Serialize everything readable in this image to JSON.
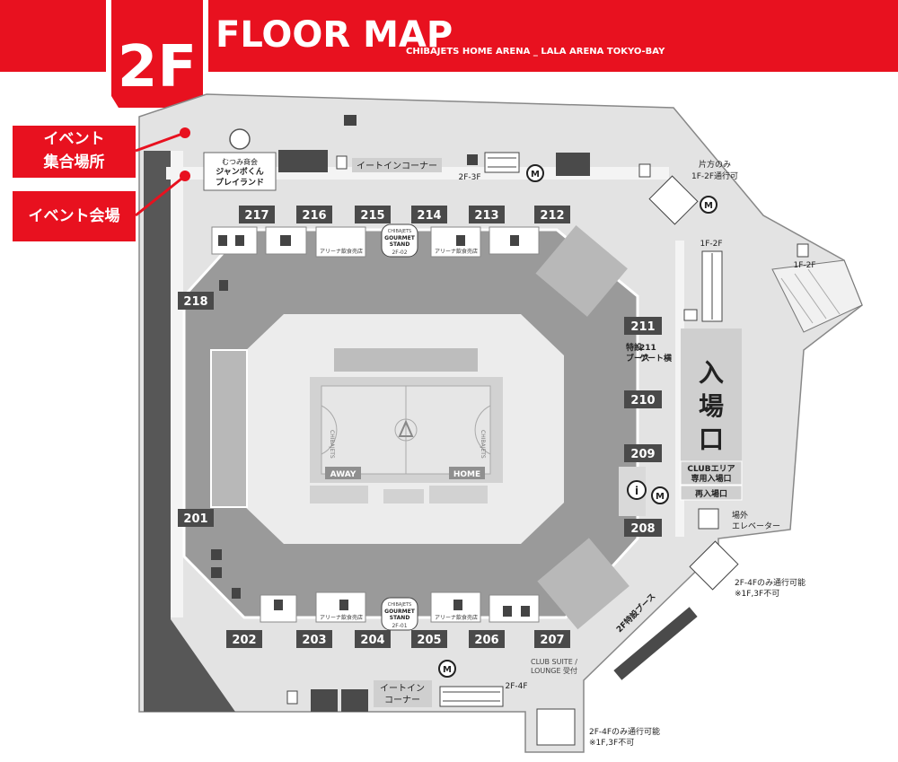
{
  "header": {
    "floor_label": "2F",
    "title": "FLOOR MAP",
    "subtitle": "CHIBAJETS HOME ARENA _ LALA ARENA TOKYO-BAY"
  },
  "callouts": [
    {
      "lines": [
        "イベント",
        "集合場所"
      ]
    },
    {
      "lines": [
        "イベント会場"
      ]
    }
  ],
  "gates": {
    "top": [
      "217",
      "216",
      "215",
      "214",
      "213",
      "212"
    ],
    "bottom": [
      "202",
      "203",
      "204",
      "205",
      "206",
      "207"
    ],
    "left_upper": "218",
    "left_lower": "201",
    "right": [
      "211",
      "210",
      "209",
      "208"
    ]
  },
  "labels": {
    "mascot_area": [
      "むつみ商会",
      "ジャンボくん",
      "プレイランド"
    ],
    "eat_in_top": "イートインコーナー",
    "eat_in_bottom": [
      "イートイン",
      "コーナー"
    ],
    "arena_shop": "アリーナ飲食売店",
    "gourmet_brand": "CHIBAJETS",
    "gourmet_stand": [
      "GOURMET",
      "STAND"
    ],
    "gourmet_top_id": "2F-02",
    "gourmet_bottom_id": "2F-01",
    "esc_top": "2F-3F",
    "esc_bottom": "2F-4F",
    "one_way": [
      "片方のみ",
      "1F-2F通行可"
    ],
    "esc_1f2f": "1F-2F",
    "stairs_1f2f": "1F-2F",
    "entrance": [
      "入",
      "場",
      "口"
    ],
    "club_entrance": [
      "CLUBエリア",
      "専用入場口"
    ],
    "reentry": "再入場口",
    "outdoor_elevator": [
      "場外",
      "エレベーター"
    ],
    "special_booth_211": [
      "211",
      "ゲート横"
    ],
    "special_booth_word": [
      "特設",
      "ブース"
    ],
    "booth_2f": "2F特設ブース",
    "note_4f_right": [
      "2F-4Fのみ通行可能",
      "※1F,3F不可"
    ],
    "note_4f_bottom": [
      "2F-4Fのみ通行可能",
      "※1F,3F不可"
    ],
    "club_suite": [
      "CLUB SUITE /",
      "LOUNGE 受付"
    ],
    "away": "AWAY",
    "home": "HOME",
    "court_text": "CHIBAJETS"
  },
  "icons": {
    "info": "i",
    "meeting": "M"
  },
  "colors": {
    "brand_red": "#e8111f",
    "concourse": "#e3e3e3",
    "seats": "#959595",
    "dark": "#4a4a4a",
    "court": "#d8d8d8"
  }
}
